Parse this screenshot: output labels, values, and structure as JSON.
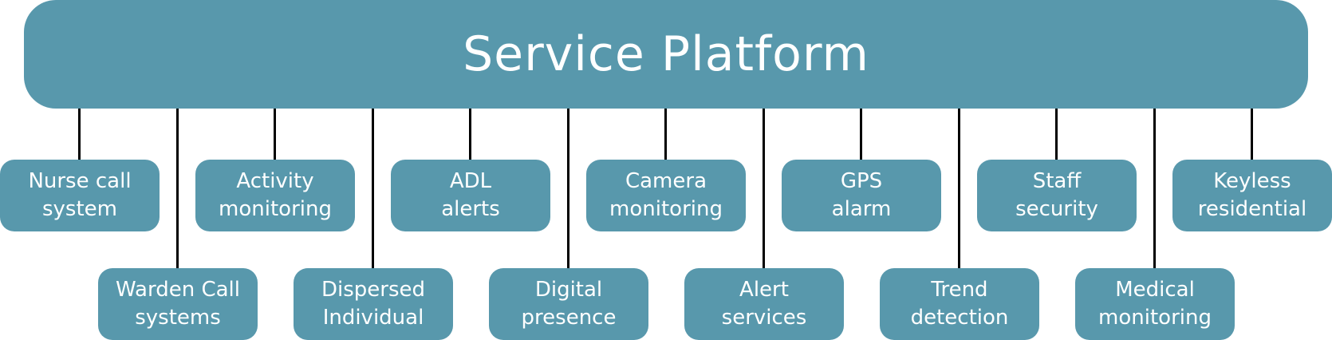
{
  "platform": {
    "title": "Service Platform"
  },
  "colors": {
    "box_fill": "#5898ac",
    "text": "#ffffff",
    "connector": "#000000"
  },
  "services": [
    {
      "line1": "Nurse call",
      "line2": "system"
    },
    {
      "line1": "Warden Call",
      "line2": "systems"
    },
    {
      "line1": "Activity",
      "line2": "monitoring"
    },
    {
      "line1": "Dispersed",
      "line2": "Individual"
    },
    {
      "line1": "ADL",
      "line2": "alerts"
    },
    {
      "line1": "Digital",
      "line2": "presence"
    },
    {
      "line1": "Camera",
      "line2": "monitoring"
    },
    {
      "line1": "Alert",
      "line2": "services"
    },
    {
      "line1": "GPS",
      "line2": "alarm"
    },
    {
      "line1": "Trend",
      "line2": "detection"
    },
    {
      "line1": "Staff",
      "line2": "security"
    },
    {
      "line1": "Medical",
      "line2": "monitoring"
    },
    {
      "line1": "Keyless",
      "line2": "residential"
    }
  ]
}
